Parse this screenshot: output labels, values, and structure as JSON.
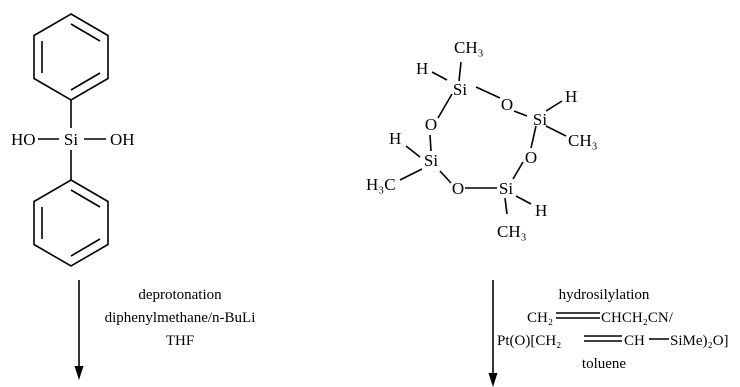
{
  "left": {
    "atoms": {
      "si": "Si",
      "ho": "HO",
      "oh": "OH"
    },
    "conditions": [
      "deprotonation",
      "diphenylmethane/n-BuLi",
      "THF"
    ]
  },
  "right": {
    "atoms": {
      "si": "Si",
      "o": "O",
      "h": "H",
      "ch3": "CH₃",
      "h3c": "H₃C"
    },
    "conditions": {
      "line1": "hydrosilylation",
      "line2_left": "CH₂",
      "line2_right": "CHCH₂CN/",
      "line3_a": "Pt(O)[CH₂",
      "line3_b": "CH",
      "line3_c": "SiMe)₂O]",
      "line4": "toluene"
    }
  }
}
